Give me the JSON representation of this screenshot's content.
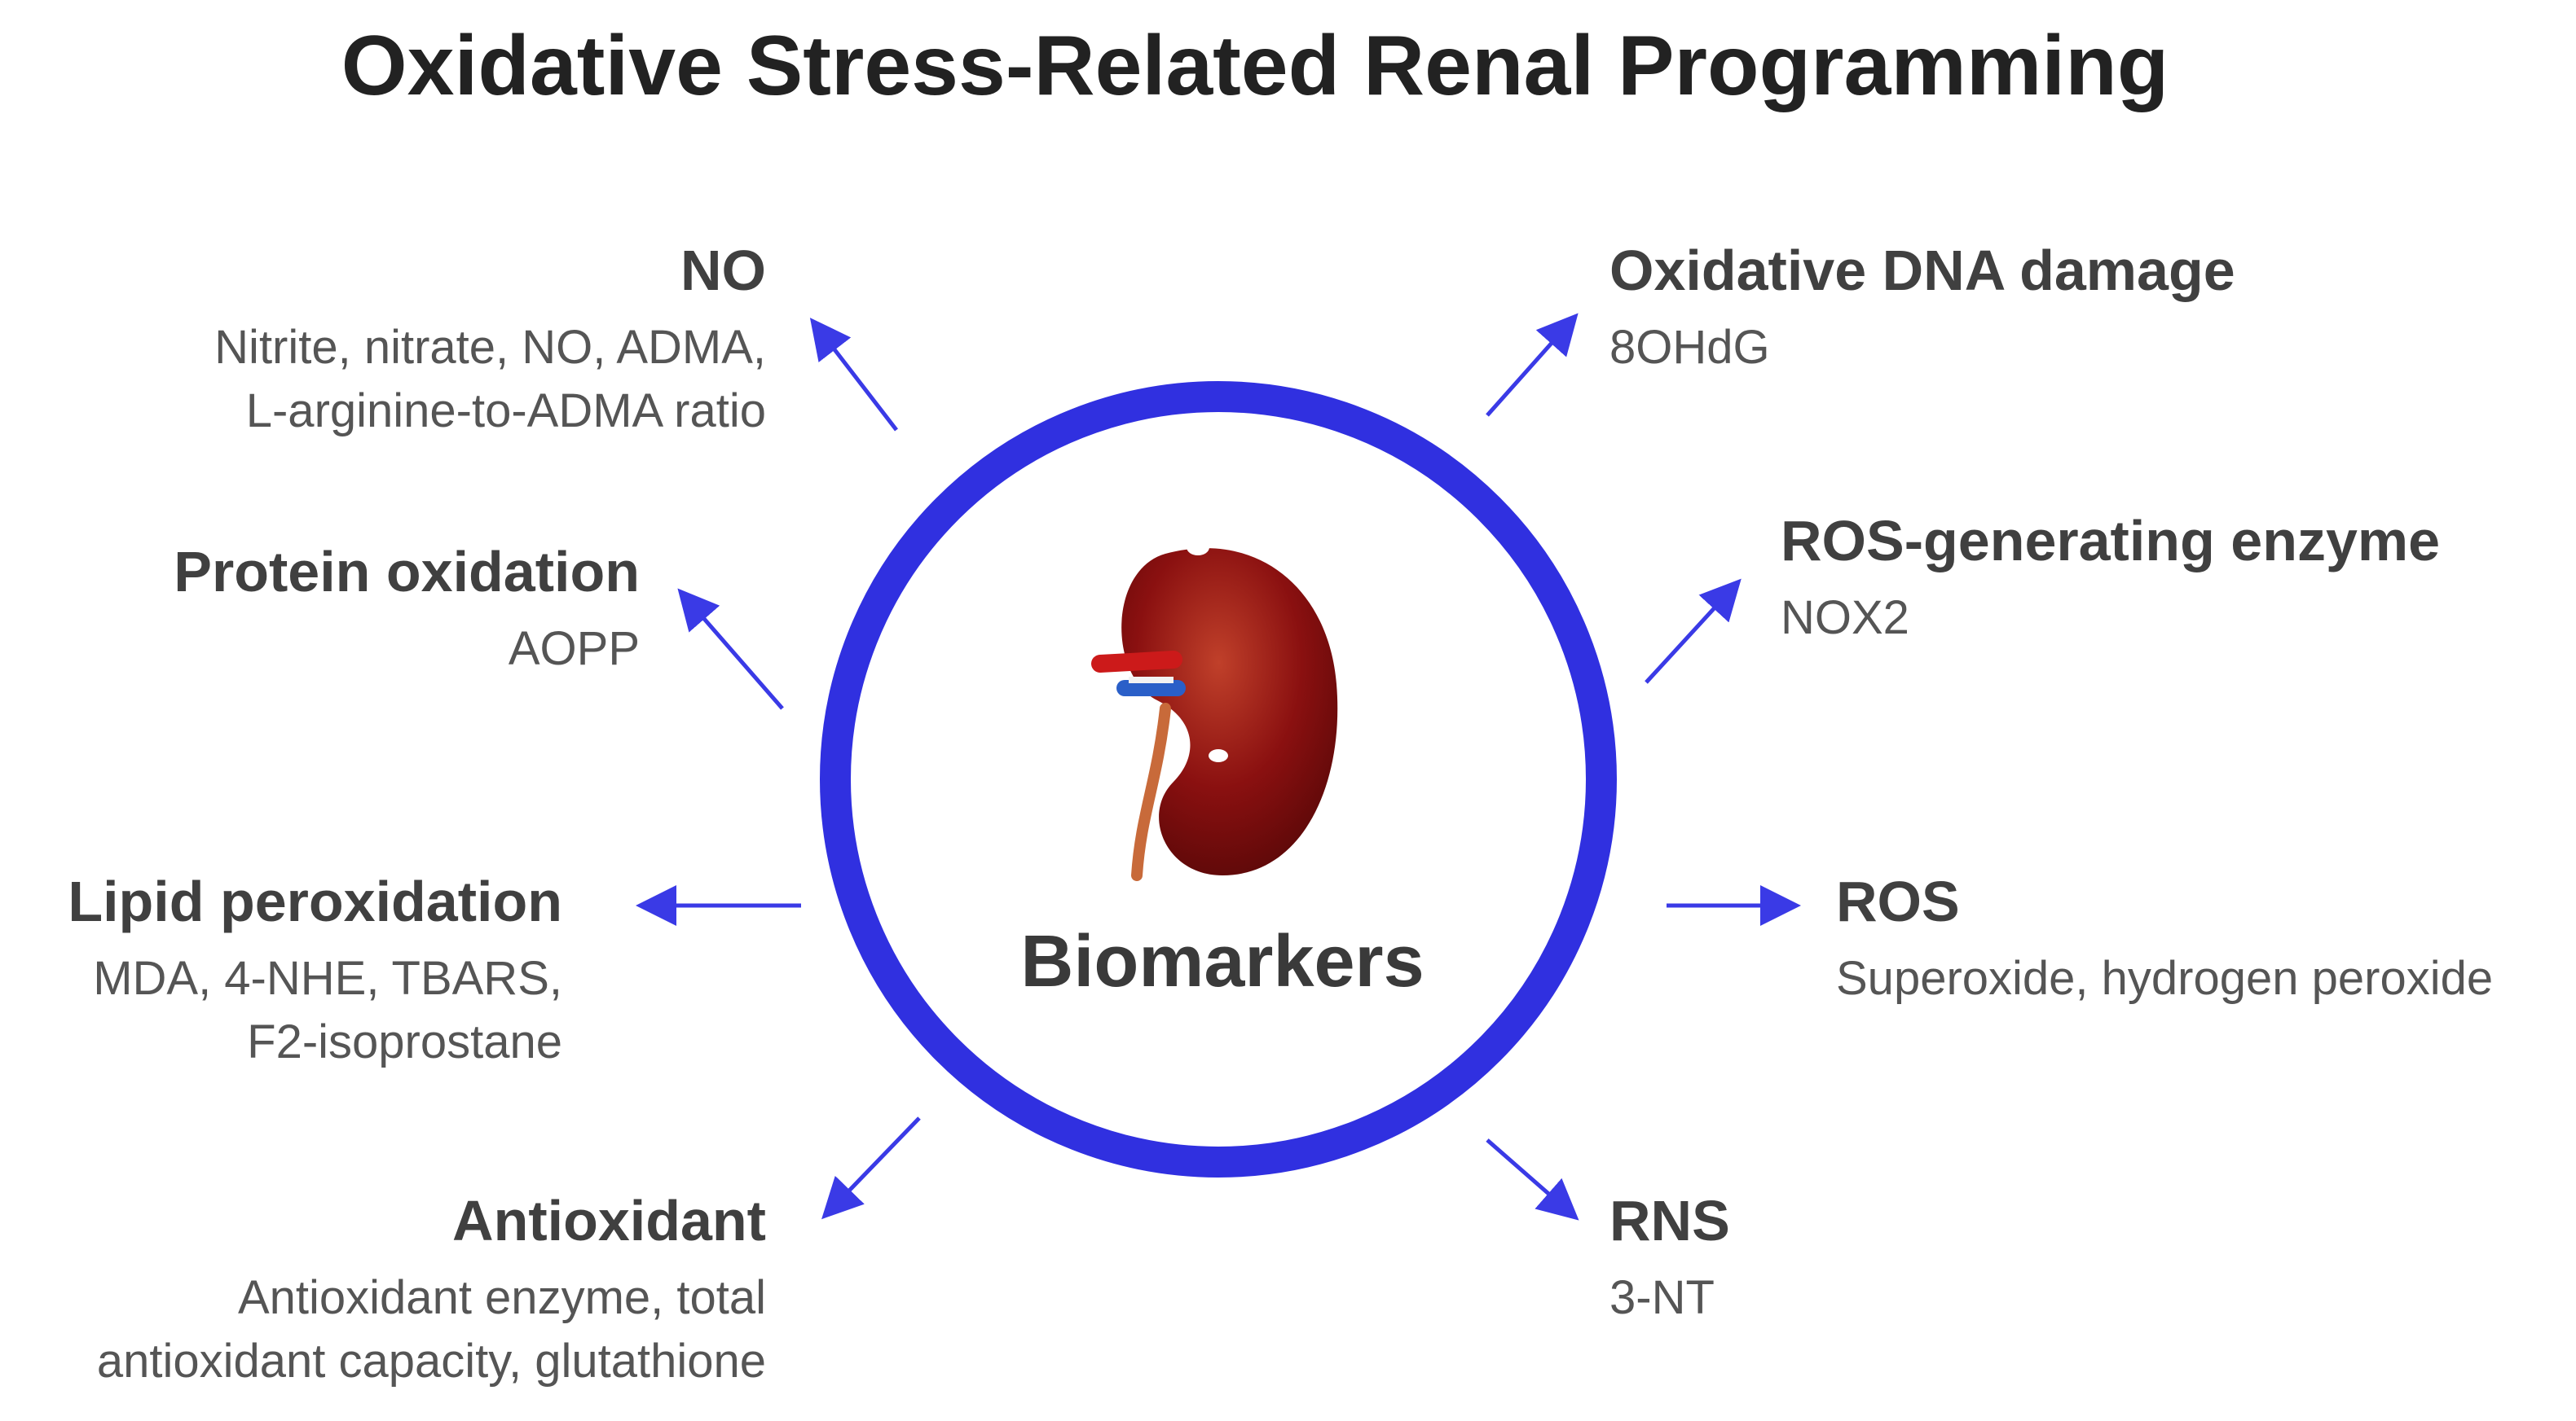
{
  "title": "Oxidative Stress-Related Renal Programming",
  "center_label": "Biomarkers",
  "colors": {
    "ring": "#3030e0",
    "arrow": "#3a3ae6",
    "kidney": "#8a1010",
    "kidney_highlight": "#c0402a"
  },
  "items": {
    "no": {
      "title": "NO",
      "desc": [
        "Nitrite, nitrate, NO, ADMA,",
        "L-arginine-to-ADMA ratio"
      ]
    },
    "protein": {
      "title": "Protein oxidation",
      "desc": [
        "AOPP"
      ]
    },
    "lipid": {
      "title": "Lipid peroxidation",
      "desc": [
        "MDA, 4-NHE, TBARS,",
        "F2-isoprostane"
      ]
    },
    "antioxidant": {
      "title": "Antioxidant",
      "desc": [
        "Antioxidant enzyme, total",
        "antioxidant capacity, glutathione"
      ]
    },
    "dna": {
      "title": "Oxidative DNA damage",
      "desc": [
        "8OHdG"
      ]
    },
    "ros_enzyme": {
      "title": "ROS-generating enzyme",
      "desc": [
        "NOX2"
      ]
    },
    "ros": {
      "title": "ROS",
      "desc": [
        "Superoxide, hydrogen peroxide"
      ]
    },
    "rns": {
      "title": "RNS",
      "desc": [
        "3-NT"
      ]
    }
  }
}
